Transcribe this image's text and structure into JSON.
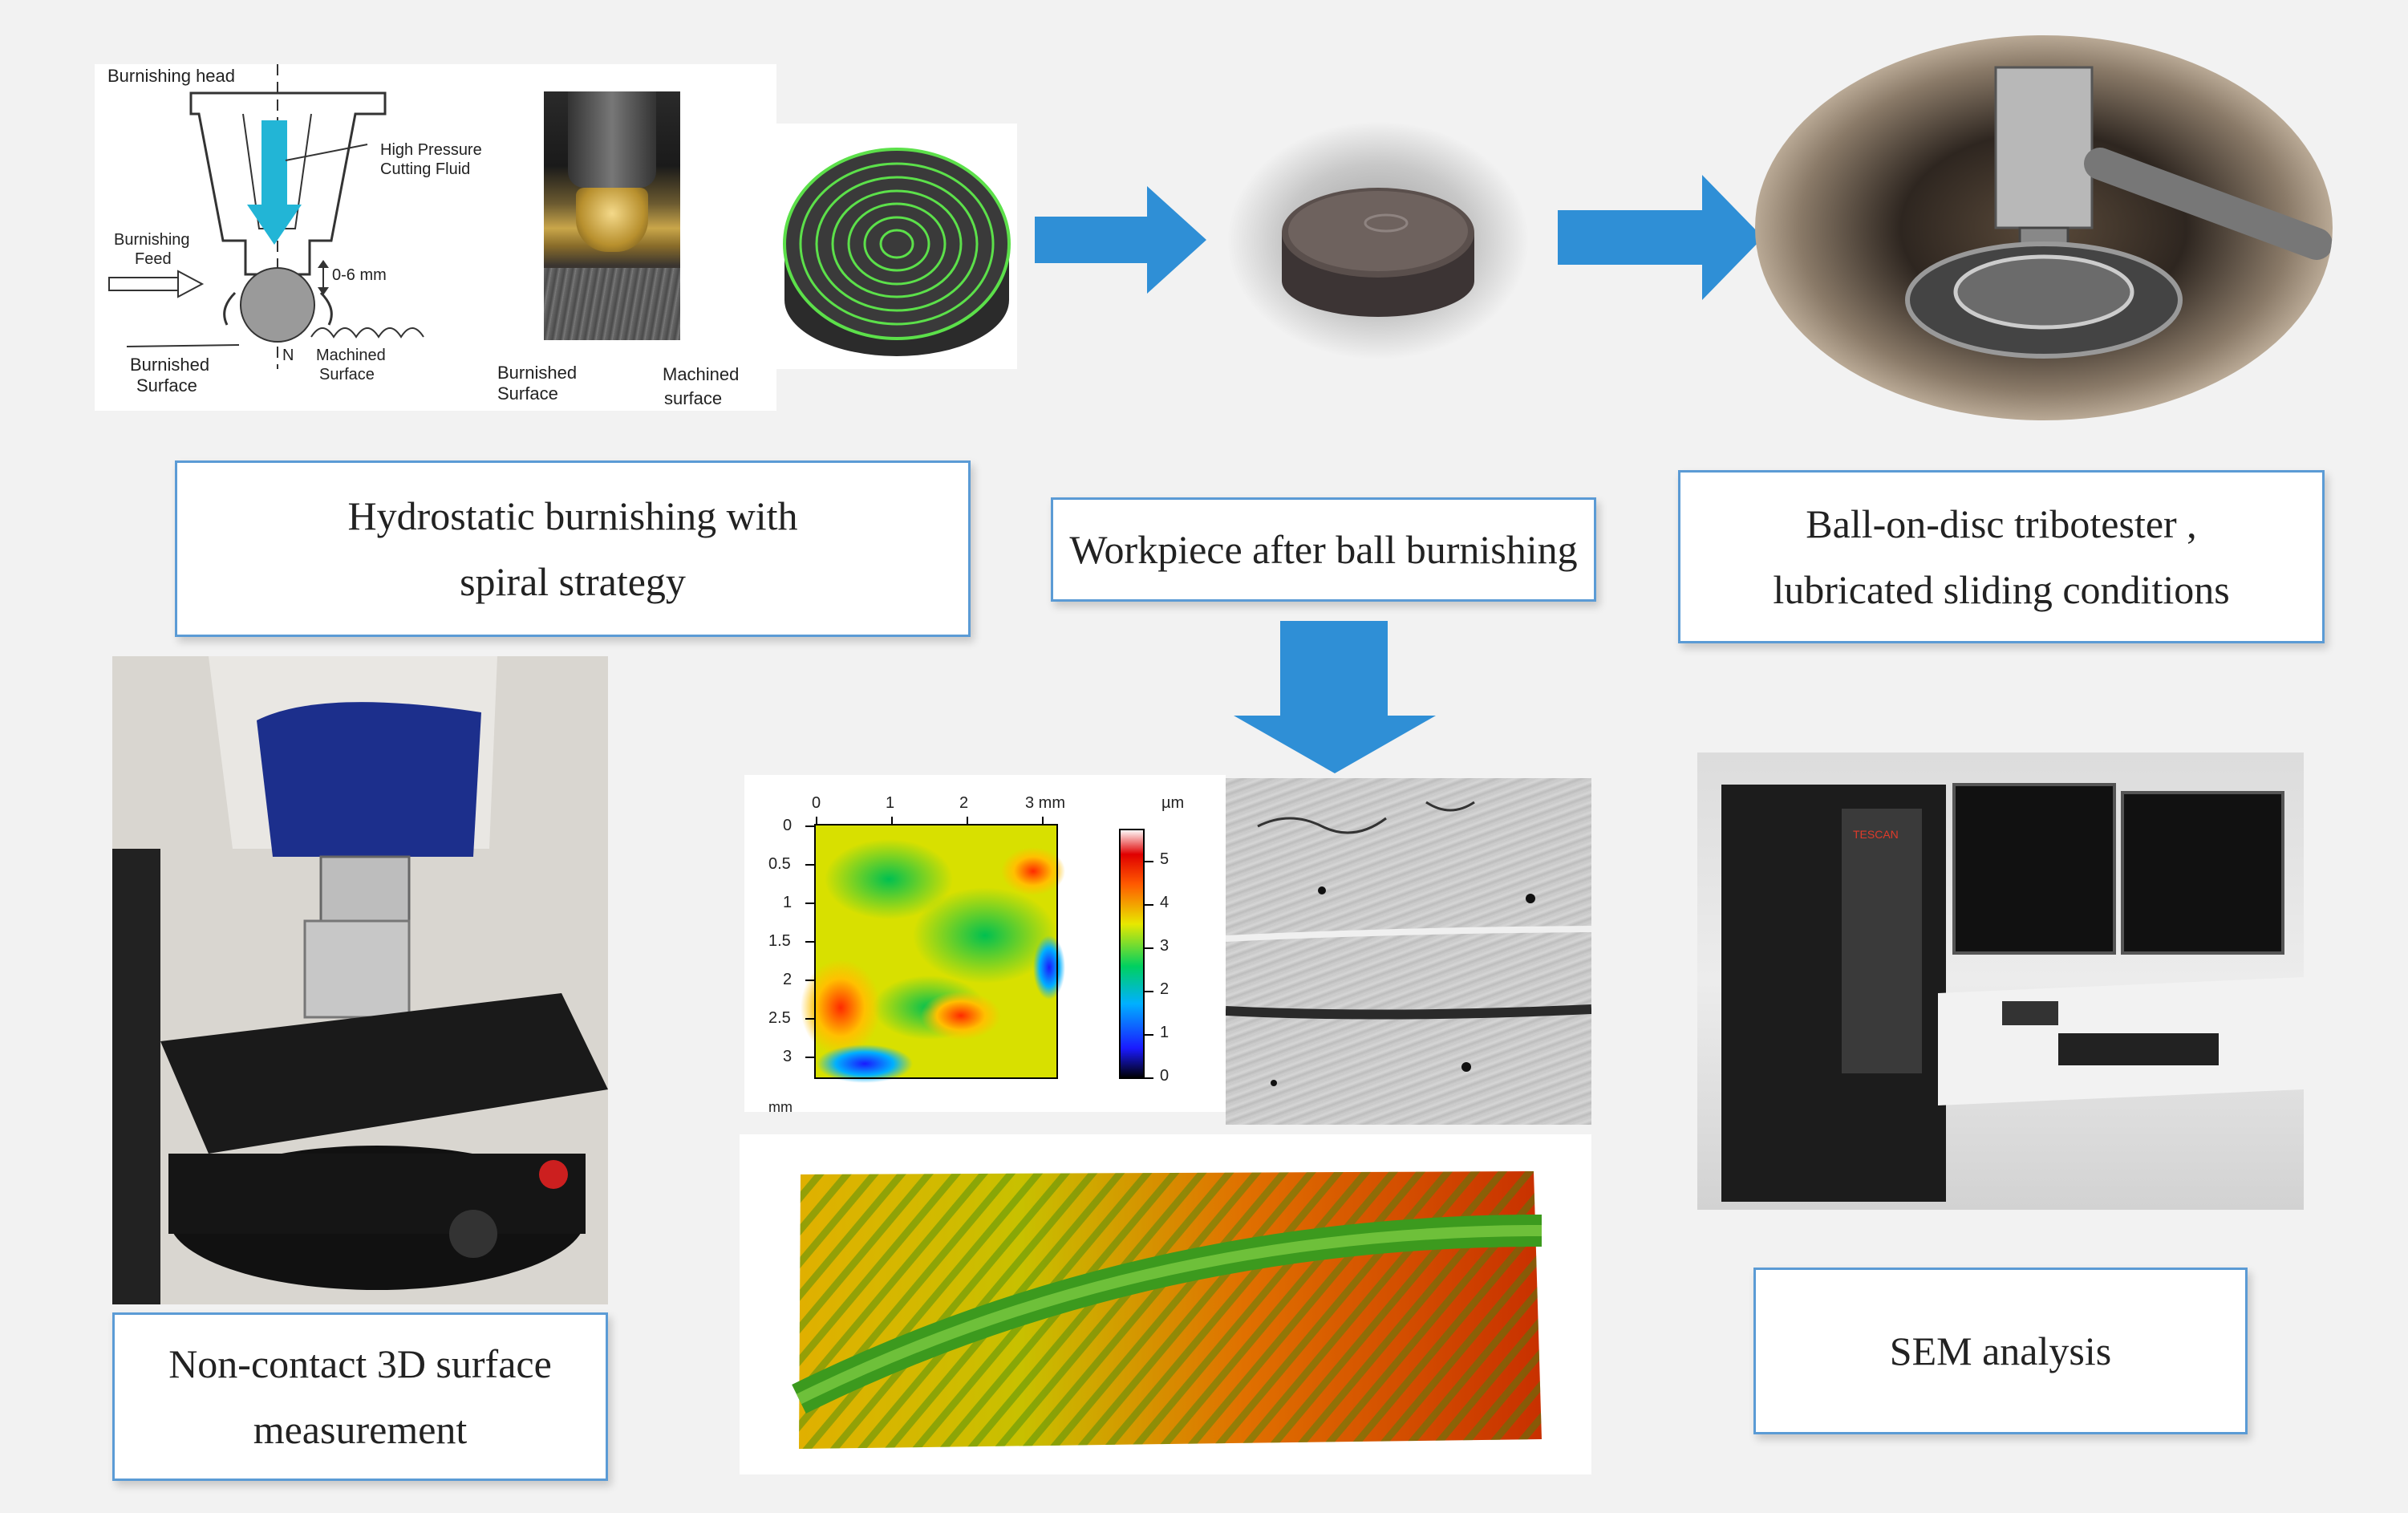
{
  "schematic": {
    "burnishing_head": "Burnishing head",
    "high_pressure_1": "High Pressure",
    "high_pressure_2": "Cutting Fluid",
    "burnishing_feed_1": "Burnishing",
    "burnishing_feed_2": "Feed",
    "gap": "0-6 mm",
    "normal": "N",
    "burnished_1": "Burnished",
    "burnished_2": "Surface",
    "machined_1": "Machined",
    "machined_2": "Surface"
  },
  "photo_labels": {
    "burnished_1": "Burnished",
    "burnished_2": "Surface",
    "machined_1": "Machined",
    "machined_2": "surface"
  },
  "captions": {
    "hydrostatic_1": "Hydrostatic burnishing with",
    "hydrostatic_2": "spiral strategy",
    "workpiece": "Workpiece after ball burnishing",
    "tribo_1": "Ball-on-disc tribotester ,",
    "tribo_2": "lubricated sliding conditions",
    "noncontact_1": "Non-contact 3D surface",
    "noncontact_2": "measurement",
    "sem": "SEM analysis"
  },
  "topography_map": {
    "x_ticks": [
      "0",
      "1",
      "2",
      "3 mm"
    ],
    "y_ticks": [
      "0",
      "0.5",
      "1",
      "1.5",
      "2",
      "2.5",
      "3"
    ],
    "axis_unit": "mm",
    "scale_unit": "µm",
    "scale_ticks": [
      "5",
      "4",
      "3",
      "2",
      "1",
      "0"
    ]
  },
  "sem_machine": {
    "brand": "TESCAN"
  },
  "colors": {
    "arrow": "#2f8fd6",
    "caption_border": "#5b9bd5",
    "disc_groove": "#5ce04a"
  }
}
